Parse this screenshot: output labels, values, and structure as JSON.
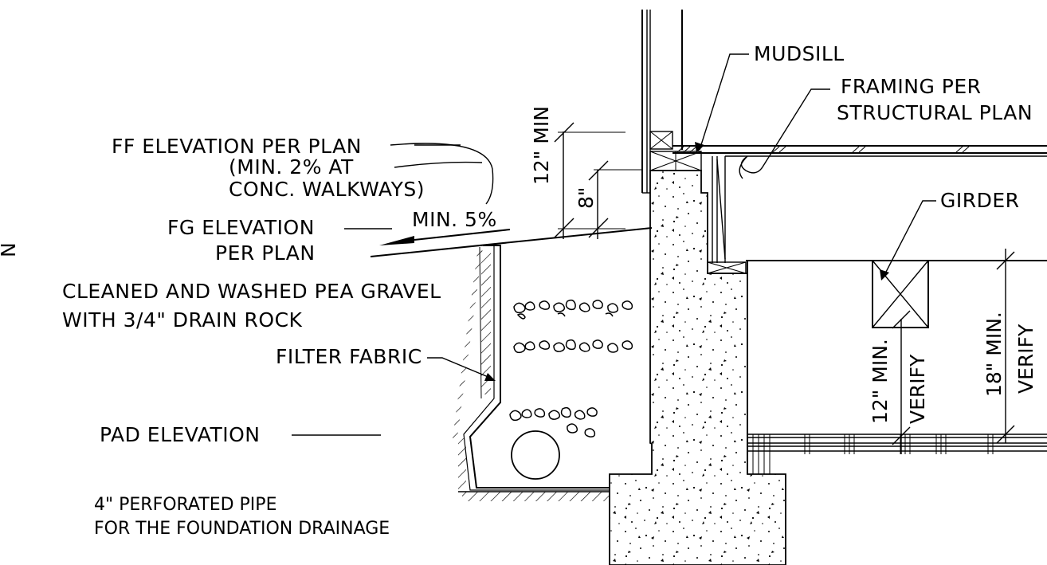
{
  "labels": {
    "mudsill": "MUDSILL",
    "framing_1": "FRAMING PER",
    "framing_2": "STRUCTURAL PLAN",
    "ff_elev": "FF ELEVATION PER PLAN",
    "ff_note_1": "(MIN. 2% AT",
    "ff_note_2": "CONC. WALKWAYS)",
    "fg_elev_1": "FG ELEVATION",
    "fg_elev_2": "PER PLAN",
    "slope": "MIN. 5%",
    "gravel_1": "CLEANED AND WASHED PEA GRAVEL",
    "gravel_2": "WITH 3/4\" DRAIN ROCK",
    "filter_fabric": "FILTER FABRIC",
    "pad_elev": "PAD ELEVATION",
    "pipe_1": "4\" PERFORATED PIPE",
    "pipe_2": "FOR THE FOUNDATION DRAINAGE",
    "girder": "GIRDER",
    "dim_12_min": "12\" MIN",
    "dim_8": "8\"",
    "dim_12_min_verify_1": "12\" MIN.",
    "dim_12_min_verify_2": "VERIFY",
    "dim_18_min_verify_1": "18\" MIN.",
    "dim_18_min_verify_2": "VERIFY",
    "edge_fragment": "N"
  }
}
